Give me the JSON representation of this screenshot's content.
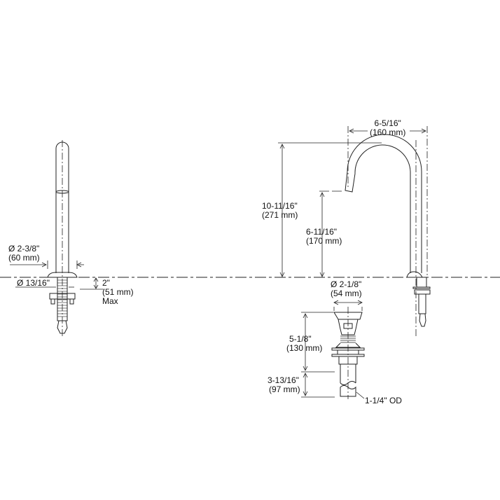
{
  "diagram": {
    "type": "faucet-dimension-drawing",
    "views": {
      "side_view": {
        "body_diameter": {
          "in": "Ø 2-3/8\"",
          "mm": "(60 mm)"
        },
        "shank_diameter": {
          "in": "Ø 13/16\""
        },
        "max_deck_thickness": {
          "in": "2\"",
          "mm": "(51 mm)",
          "note": "Max"
        }
      },
      "front_view": {
        "reach": {
          "in": "6-5/16\"",
          "mm": "(160 mm)"
        },
        "overall_height": {
          "in": "10-11/16\"",
          "mm": "(271 mm)"
        },
        "spout_clearance": {
          "in": "6-11/16\"",
          "mm": "(170 mm)"
        }
      },
      "drain": {
        "flange_diameter": {
          "in": "Ø 2-1/8\"",
          "mm": "(54 mm)"
        },
        "body_length": {
          "in": "5-1/8\"",
          "mm": "(130 mm)"
        },
        "tailpiece_length": {
          "in": "3-13/16\"",
          "mm": "(97 mm)"
        },
        "tailpiece_od": "1-1/4\" OD"
      }
    },
    "colors": {
      "line": "#222222",
      "background": "#ffffff"
    }
  }
}
